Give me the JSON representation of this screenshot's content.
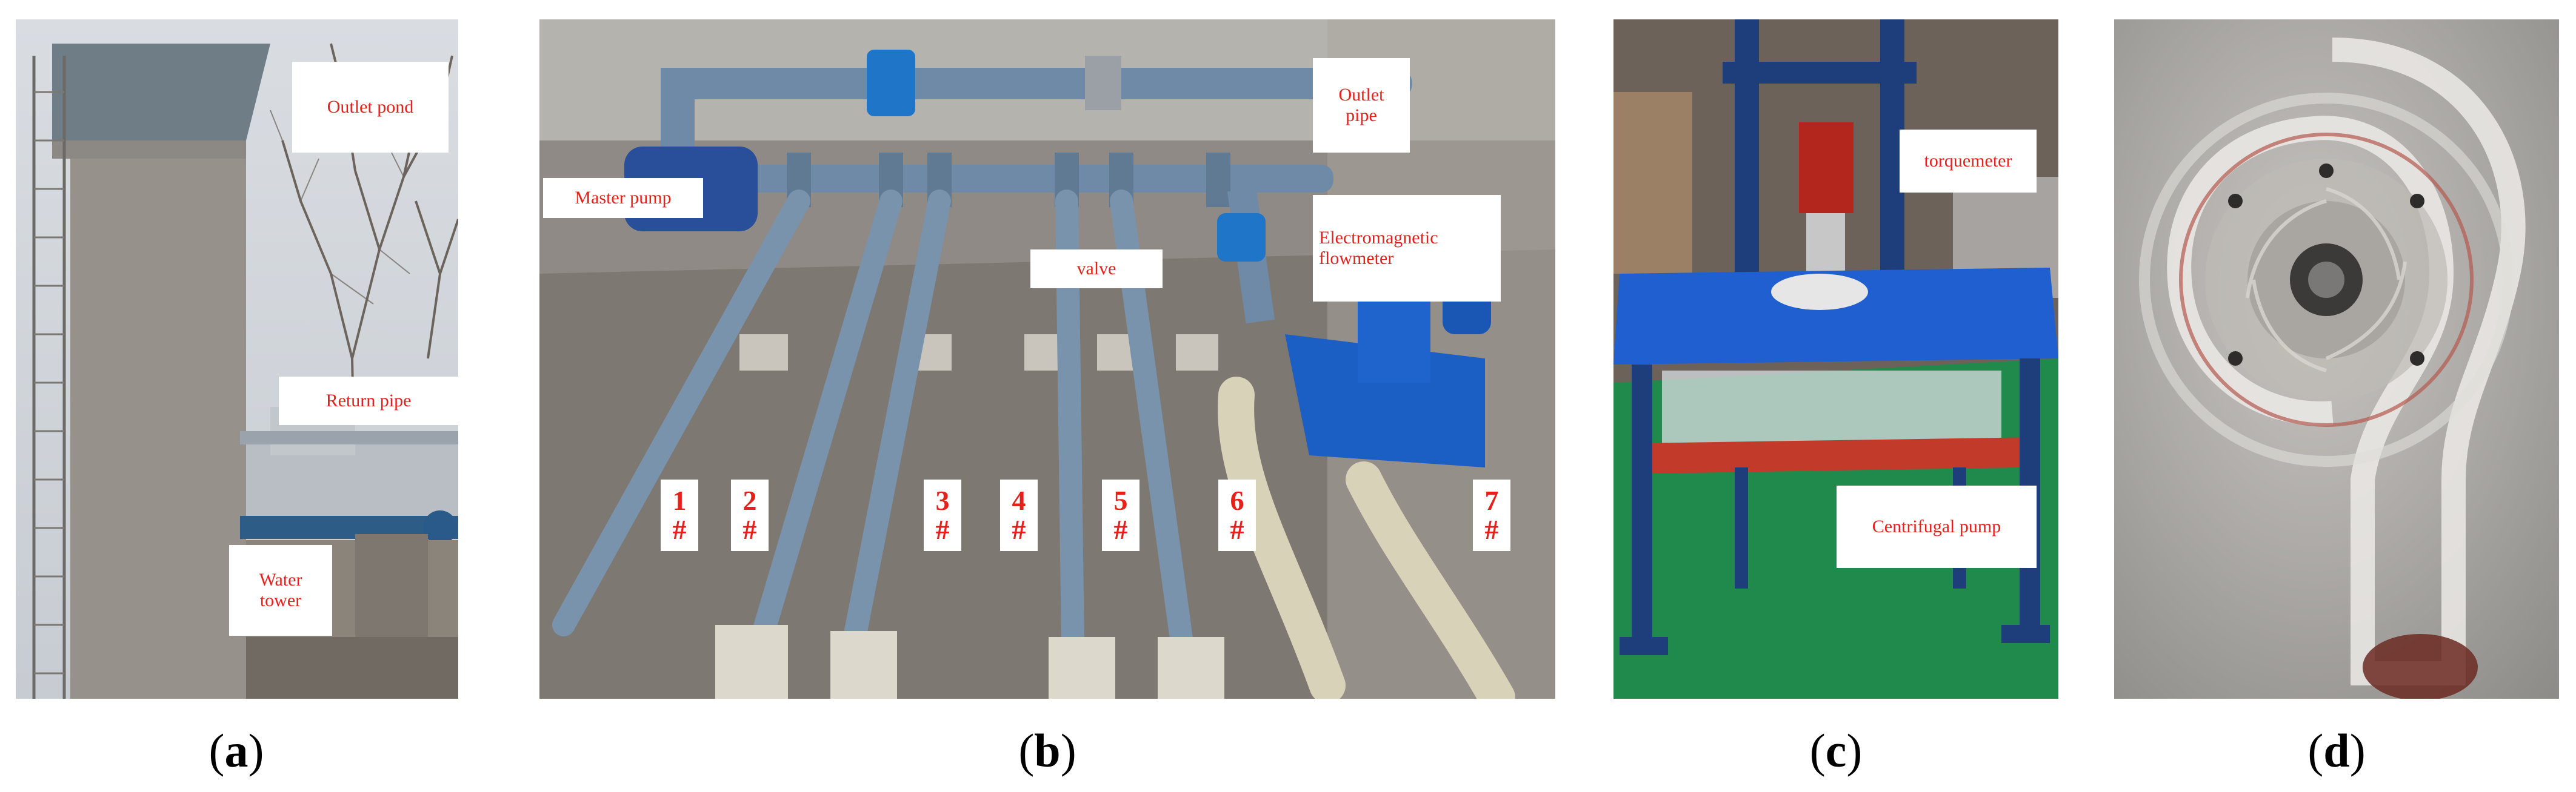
{
  "panels": {
    "a": {
      "caption_letter": "a",
      "labels": {
        "outlet_pond": "Outlet pond",
        "return_pipe": "Return pipe",
        "water_tower": "Water\ntower"
      }
    },
    "b": {
      "caption_letter": "b",
      "labels": {
        "master_pump": "Master pump",
        "outlet_pipe": "Outlet\npipe",
        "valve": "valve",
        "flowmeter": "Electromagnetic\nflowmeter"
      },
      "pipe_numbers": [
        "1\n#",
        "2\n#",
        "3\n#",
        "4\n#",
        "5\n#",
        "6\n#",
        "7\n#"
      ]
    },
    "c": {
      "caption_letter": "c",
      "labels": {
        "torquemeter": "torquemeter",
        "centrifugal_pump": "Centrifugal pump"
      }
    },
    "d": {
      "caption_letter": "d"
    }
  },
  "colors": {
    "label_text": "#e8201a",
    "label_bg": "#ffffff",
    "pipe_blue": "#6f8aa6",
    "machine_blue": "#1c5fc4",
    "floor_green": "#1f8a4c"
  }
}
